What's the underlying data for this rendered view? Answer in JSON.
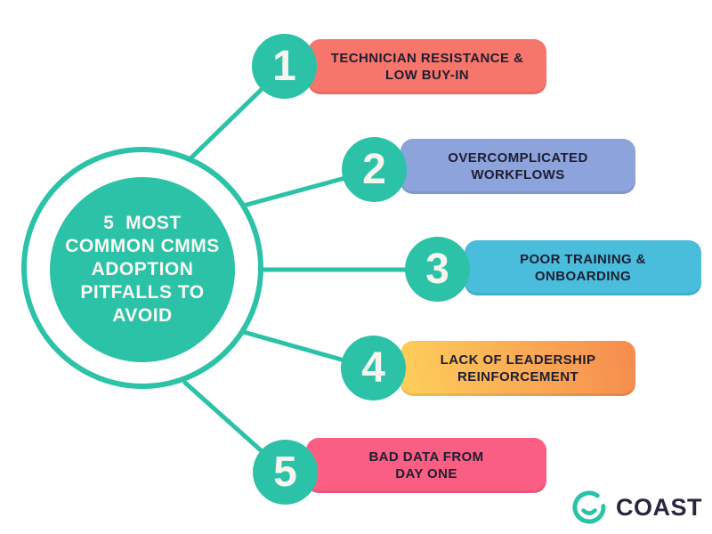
{
  "page": {
    "background": "#FFFFFF"
  },
  "colors": {
    "teal": "#2BC2A8",
    "number_text": "#F7F5EF",
    "center_text": "#FAF8F3",
    "label_text": "#1E1D31",
    "brand_text": "#29263F"
  },
  "center": {
    "lines": [
      "5  MOST",
      "COMMON CMMS",
      "ADOPTION",
      "PITFALLS TO",
      "AVOID"
    ]
  },
  "items": [
    {
      "number": "1",
      "line1": "TECHNICIAN RESISTANCE &",
      "line2": "LOW BUY-IN",
      "bg": "#F7766B"
    },
    {
      "number": "2",
      "line1": "OVERCOMPLICATED",
      "line2": "WORKFLOWS",
      "bg": "#8CA3DB"
    },
    {
      "number": "3",
      "line1": "POOR TRAINING &",
      "line2": "ONBOARDING",
      "bg": "#49BDDB"
    },
    {
      "number": "4",
      "line1": "LACK OF LEADERSHIP",
      "line2": "REINFORCEMENT",
      "bg": "linear-gradient(80deg, #FECF5B 0%, #F68B4E 100%)"
    },
    {
      "number": "5",
      "line1": "BAD DATA FROM",
      "line2": "DAY ONE",
      "bg": "#FA5E82"
    }
  ],
  "logo": {
    "brand": "COAST",
    "icon": "coast-smile-ring-icon",
    "icon_color": "#2BC2A8"
  }
}
